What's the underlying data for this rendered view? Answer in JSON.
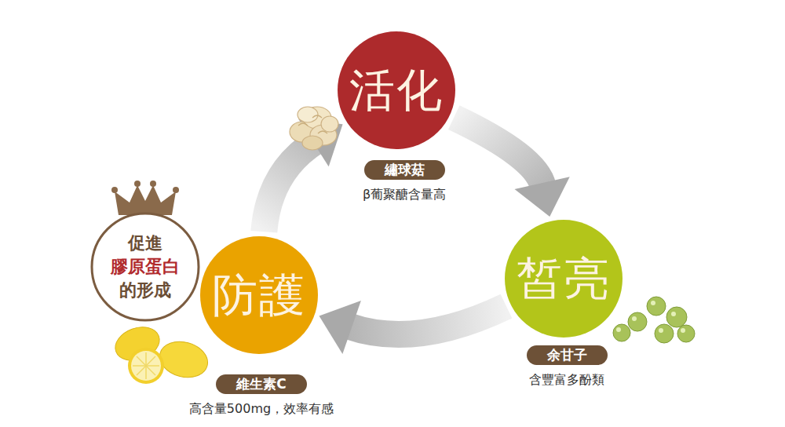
{
  "diagram": {
    "nodes": [
      {
        "text": [
          "活化"
        ]
      },
      {
        "text": [
          "繡球菇",
          "β葡聚醣含量高"
        ]
      },
      {
        "text": [
          "皙亮"
        ]
      },
      {
        "text": [
          "余甘子",
          "含豐富多酚類"
        ]
      },
      {
        "text": [
          "防護"
        ]
      },
      {
        "text": [
          "維生素C",
          "高含量500mg，效率有感"
        ]
      },
      {
        "text": [
          "促進",
          "膠原蛋白",
          "的形成"
        ]
      }
    ],
    "edges": [
      {
        "from": 0,
        "to": 2,
        "arrow": "to"
      },
      {
        "from": 2,
        "to": 4,
        "arrow": "to"
      },
      {
        "from": 4,
        "to": 0,
        "arrow": "to"
      }
    ]
  }
}
